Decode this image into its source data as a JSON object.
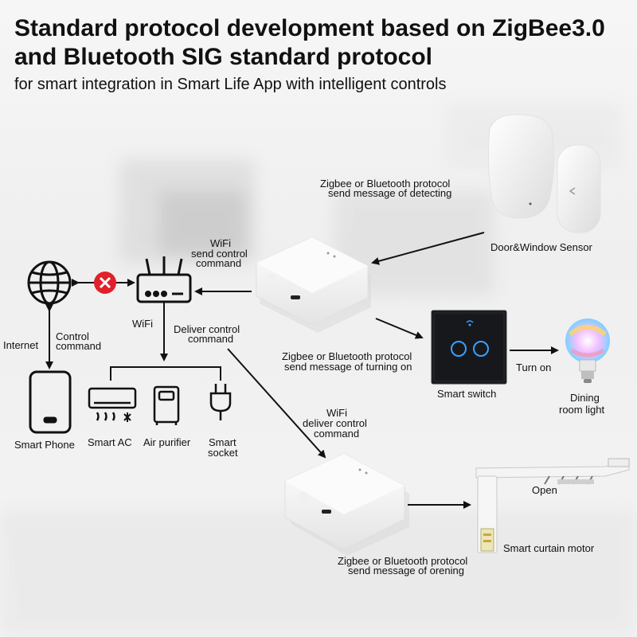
{
  "header": {
    "title_line1": "Standard protocol development based on ZigBee3.0",
    "title_line2": "and Bluetooth SIG standard protocol",
    "subtitle": "for smart integration in Smart Life App with intelligent controls"
  },
  "labels": {
    "zigbee_detect_1": "Zigbee or Bluetooth protocol",
    "zigbee_detect_2": "send message of detecting",
    "door_sensor": "Door&Window Sensor",
    "wifi_send_1": "WiFi",
    "wifi_send_2": "send control",
    "wifi_send_3": "command",
    "wifi": "WiFi",
    "deliver_1": "Deliver control",
    "deliver_2": "command",
    "internet": "Internet",
    "control_cmd_1": "Control",
    "control_cmd_2": "command",
    "smart_phone": "Smart Phone",
    "smart_ac": "Smart AC",
    "air_purifier": "Air purifier",
    "smart_socket_1": "Smart",
    "smart_socket_2": "socket",
    "zigbee_turn_1": "Zigbee or Bluetooth protocol",
    "zigbee_turn_2": "send message of turning on",
    "smart_switch": "Smart switch",
    "turn_on": "Turn on",
    "dining_1": "Dining",
    "dining_2": "room light",
    "wifi_deliver_1": "WiFi",
    "wifi_deliver_2": "deliver control",
    "wifi_deliver_3": "command",
    "open": "Open",
    "curtain_motor": "Smart curtain motor",
    "zigbee_open_1": "Zigbee or Bluetooth protocol",
    "zigbee_open_2": "send message of orening"
  },
  "colors": {
    "text": "#111111",
    "error_red": "#e0202a",
    "switch_panel": "#16181c",
    "switch_ring": "#3aa0ff"
  },
  "icons": [
    "globe-icon",
    "error-x-icon",
    "router-icon",
    "phone-icon",
    "ac-icon",
    "air-purifier-icon",
    "socket-icon",
    "hub-device",
    "door-sensor-device",
    "smart-switch-device",
    "bulb-device",
    "curtain-motor-device"
  ]
}
